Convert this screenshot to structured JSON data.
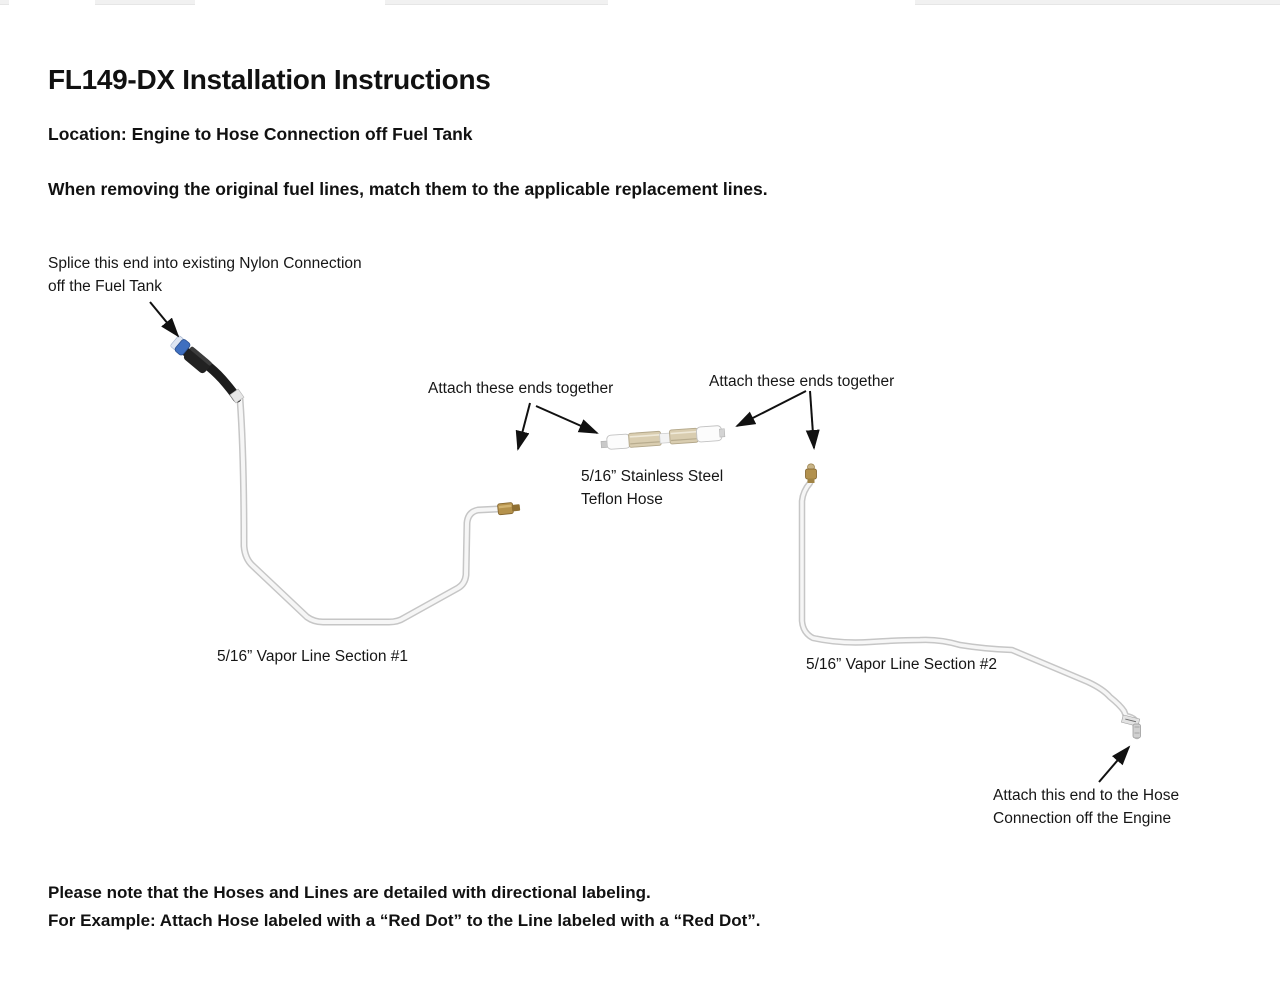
{
  "page": {
    "title": "FL149-DX Installation Instructions",
    "location_line": "Location: Engine to Hose Connection off Fuel Tank",
    "instruction_line": "When removing the original fuel lines, match them to the applicable replacement lines.",
    "footer_note_line1": "Please note that the Hoses and Lines are detailed with directional labeling.",
    "footer_note_line2": "For Example: Attach Hose labeled with a “Red Dot” to the Line labeled with a “Red Dot”."
  },
  "diagram": {
    "annotations": {
      "splice_line1": "Splice this end into existing Nylon Connection",
      "splice_line2": "off the Fuel Tank",
      "attach_together_left": "Attach these ends together",
      "attach_together_right": "Attach these ends together",
      "stainless_hose_line1": "5/16” Stainless Steel",
      "stainless_hose_line2": "Teflon Hose",
      "vapor_line_1": "5/16” Vapor Line Section #1",
      "vapor_line_2": "5/16” Vapor Line Section #2",
      "engine_line1": "Attach this end to the Hose",
      "engine_line2": "Connection off the Engine"
    },
    "parts": {
      "nylon_connector": "blue nylon quick-connector on black hose end",
      "vapor_line_1_fitting": "brass fitting at end of vapor line section 1",
      "stainless_hose": "5/16 inch stainless steel teflon hose",
      "vapor_line_2_top_fitting": "brass fitting at top of vapor line section 2",
      "vapor_line_2_end_fitting": "engine-end fitting with directional label"
    },
    "colors": {
      "arrow": "#111111",
      "hose_black": "#1d1d1d",
      "connector_blue": "#3f6fbf",
      "fitting_brass": "#b5924c",
      "braid_tan": "#d9cdb0",
      "tube_outline": "#c6c6c6",
      "tube_fill": "#f6f6f6"
    }
  }
}
